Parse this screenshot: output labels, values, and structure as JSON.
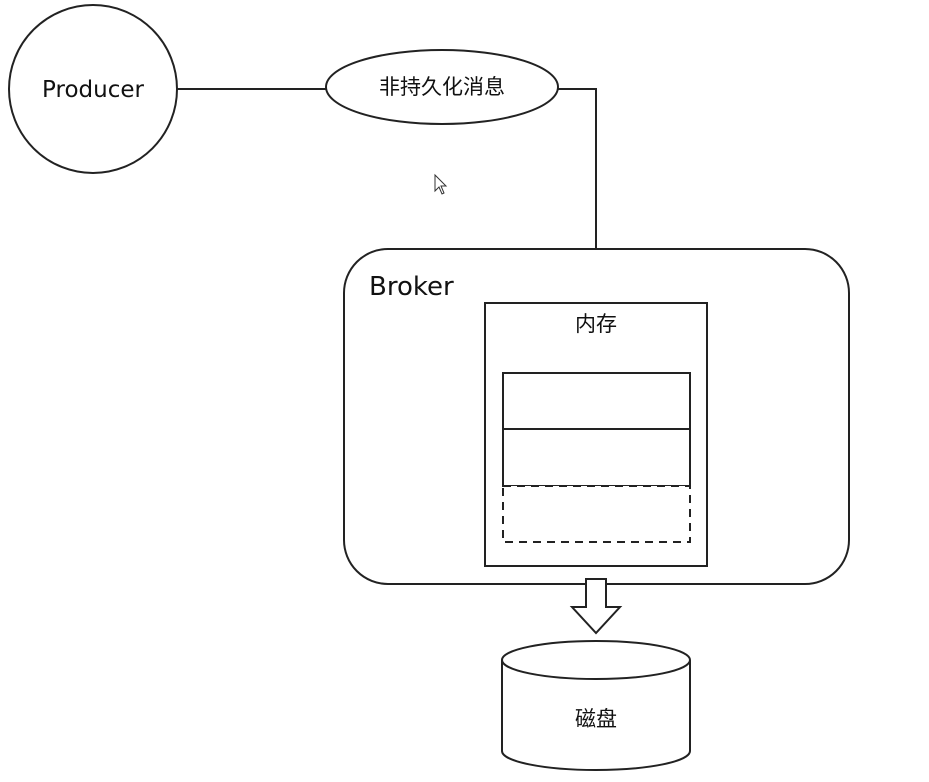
{
  "diagram": {
    "producer_label": "Producer",
    "message_label": "非持久化消息",
    "broker_label": "Broker",
    "memory_label": "内存",
    "disk_label": "磁盘"
  }
}
